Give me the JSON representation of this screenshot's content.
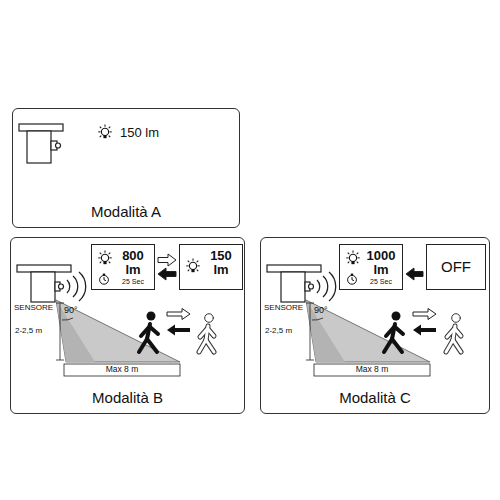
{
  "diagram": {
    "nodes": [
      {
        "text": [
          "Modalità A"
        ]
      },
      {
        "text": [
          "Modalità B"
        ]
      },
      {
        "text": [
          "800 lm",
          "25 Sec"
        ],
        "in": 1
      },
      {
        "text": [
          "150 lm"
        ],
        "in": 1
      },
      {
        "text": [
          "Modalità C"
        ]
      },
      {
        "text": [
          "1000 lm",
          "25 Sec"
        ],
        "in": 4
      },
      {
        "text": [
          "OFF"
        ],
        "in": 4
      }
    ],
    "edges": [
      {
        "from": 2,
        "to": 3,
        "arrow": "to"
      },
      {
        "from": 3,
        "to": 2,
        "arrow": "to"
      },
      {
        "from": 6,
        "to": 5,
        "arrow": "to"
      }
    ],
    "labels": [
      "150 lm",
      "SENSORE",
      "90°",
      "2-2,5 m",
      "Max 8 m",
      "SENSORE",
      "90°",
      "2-2,5 m",
      "Max 8 m"
    ]
  }
}
